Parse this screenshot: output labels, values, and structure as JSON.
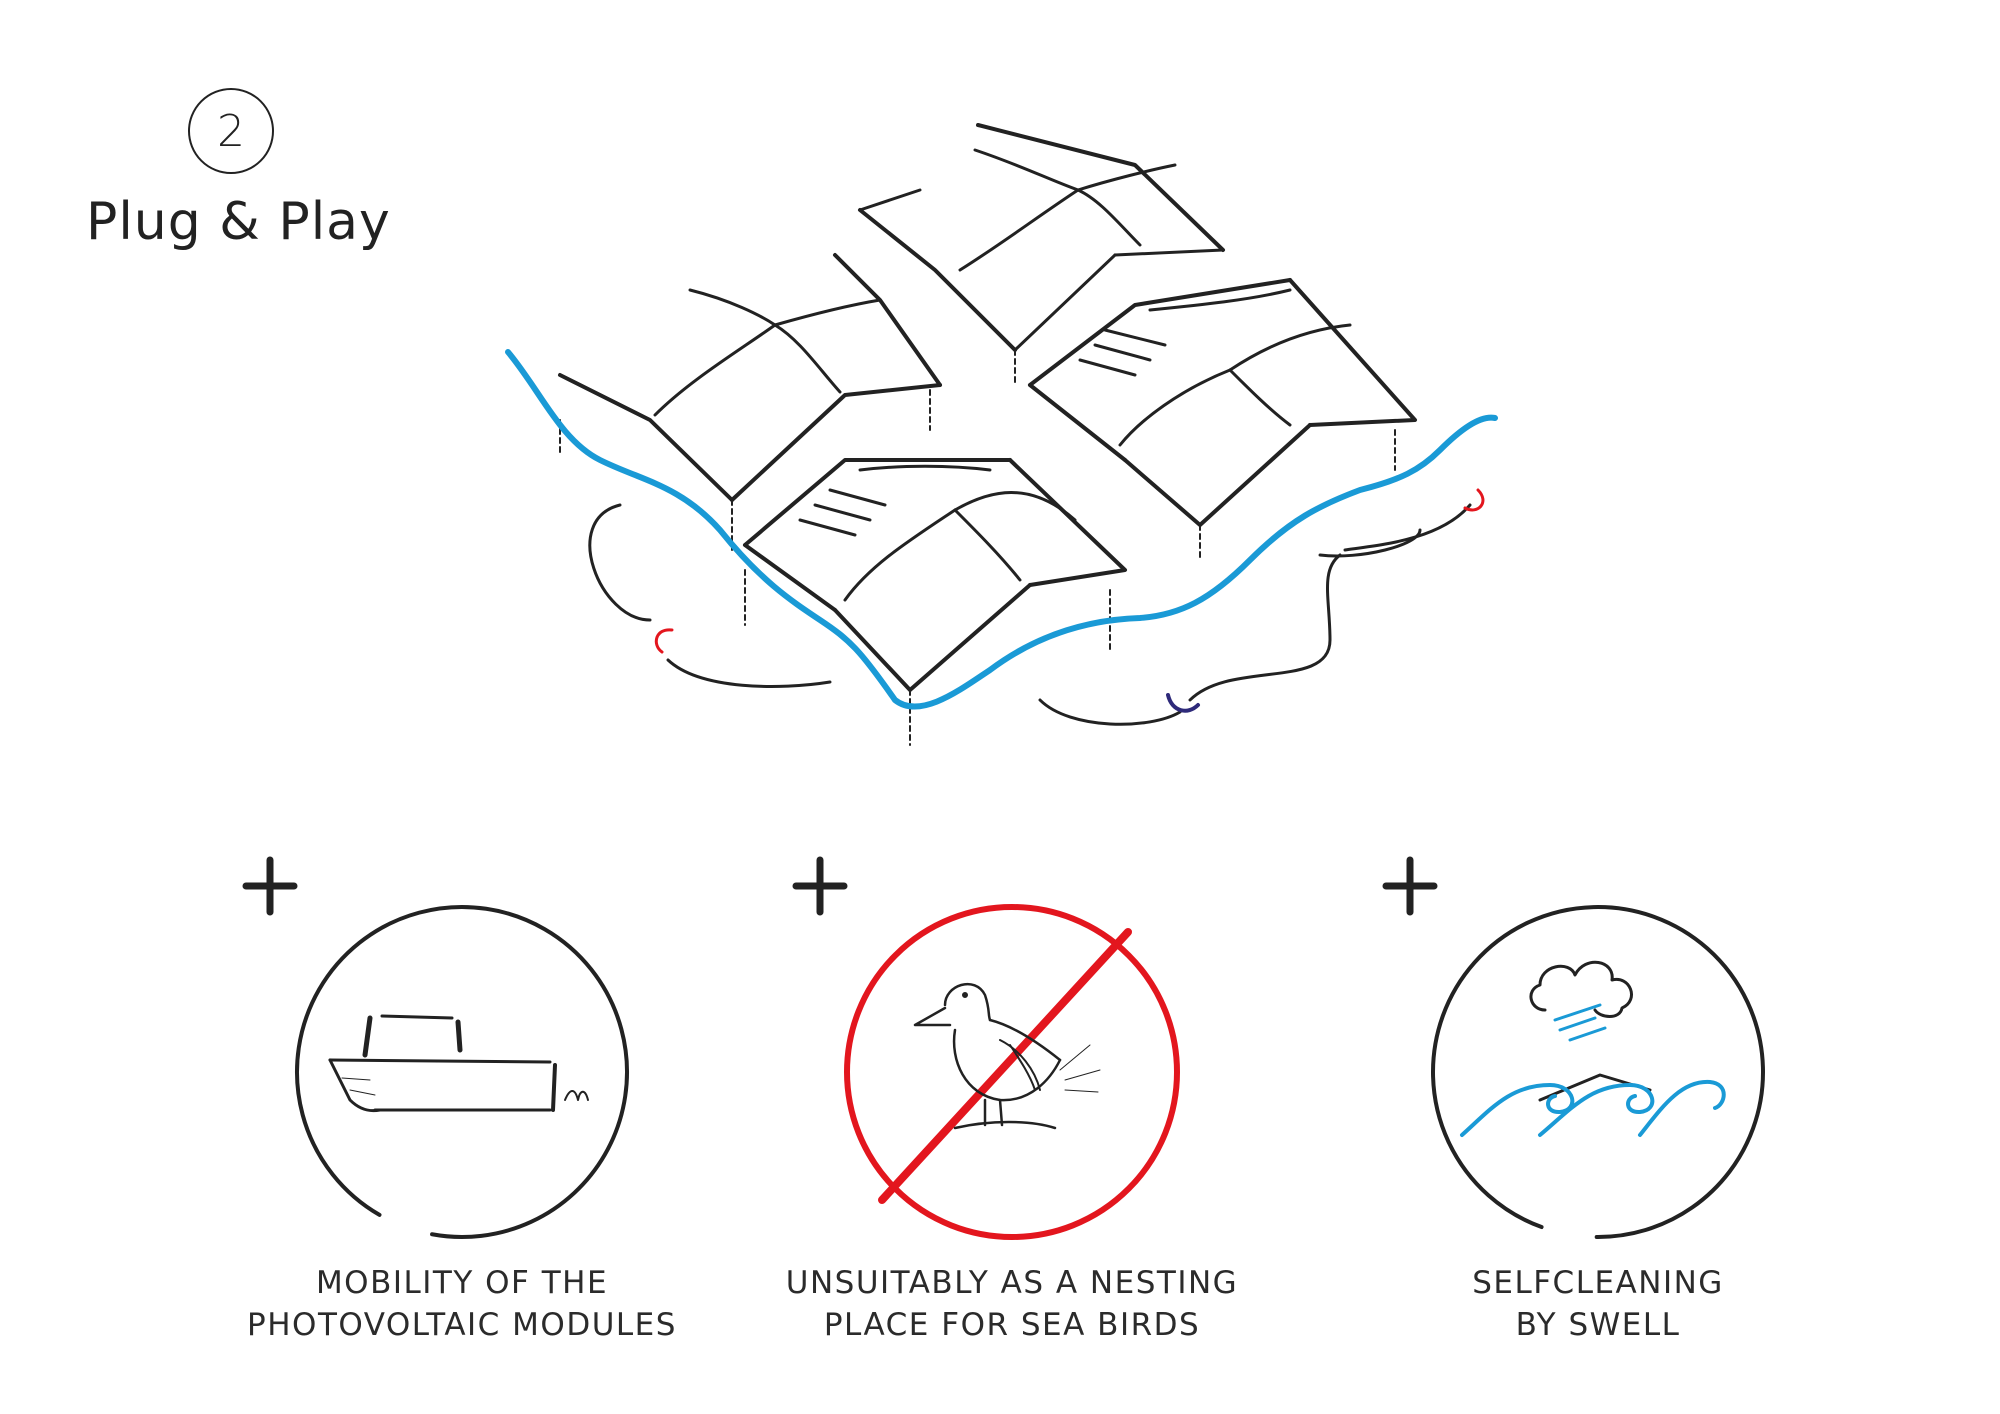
{
  "step": {
    "number": "2",
    "title": "Plug & Play"
  },
  "colors": {
    "ink": "#222222",
    "water": "#1a9ad6",
    "prohibit": "#e3161e",
    "connector_red": "#e3161e",
    "connector_navy": "#2e2a7a"
  },
  "benefits": [
    {
      "icon": "boat-icon",
      "line1": "MOBILITY OF THE",
      "line2": "PHOTOVOLTAIC MODULES"
    },
    {
      "icon": "no-birds-icon",
      "line1": "UNSUITABLY AS A NESTING",
      "line2": "PLACE FOR SEA BIRDS"
    },
    {
      "icon": "waves-cloud-icon",
      "line1": "SELFCLEANING",
      "line2": "BY SWELL"
    }
  ]
}
